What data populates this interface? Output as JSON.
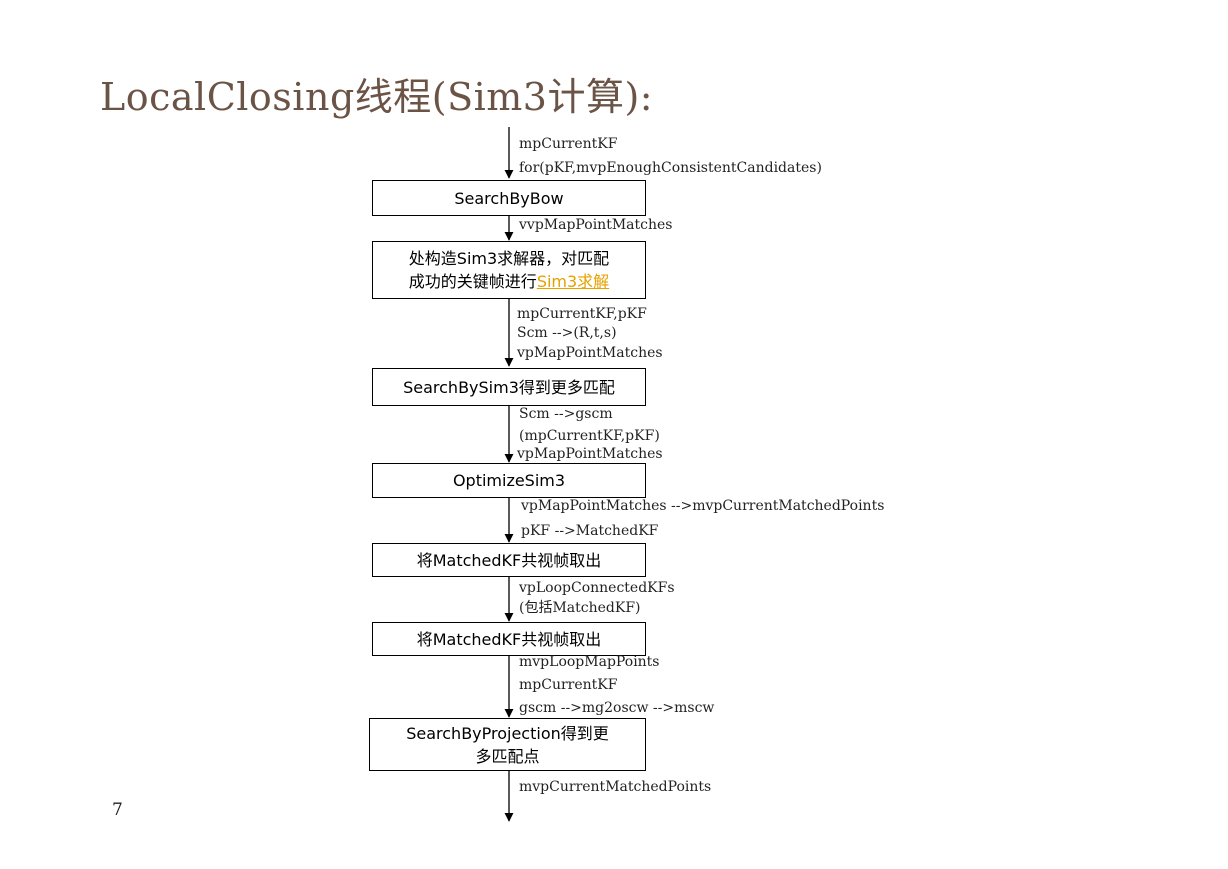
{
  "title": "LocalClosing线程(Sim3计算):",
  "page_number": "7",
  "boxes": {
    "search_by_bow": "SearchByBow",
    "sim3_solver_line1": "处构造Sim3求解器，对匹配",
    "sim3_solver_line2": "成功的关键帧进行",
    "sim3_solver_link": "Sim3求解",
    "search_by_sim3": "SearchBySim3得到更多匹配",
    "optimize_sim3": "OptimizeSim3",
    "covisible_1": "将MatchedKF共视帧取出",
    "covisible_2": "将MatchedKF共视帧取出",
    "search_by_projection_line1": "SearchByProjection得到更",
    "search_by_projection_line2": "多匹配点"
  },
  "labels": {
    "l1": "mpCurrentKF",
    "l2": "for(pKF,mvpEnoughConsistentCandidates)",
    "l3": "vvpMapPointMatches",
    "l4": "mpCurrentKF,pKF",
    "l5": "Scm -->(R,t,s)",
    "l6": "vpMapPointMatches",
    "l7": "Scm -->gscm",
    "l8": "(mpCurrentKF,pKF)",
    "l9": "vpMapPointMatches",
    "l10": "vpMapPointMatches -->mvpCurrentMatchedPoints",
    "l11": "pKF -->MatchedKF",
    "l12": "vpLoopConnectedKFs",
    "l13": "(包括MatchedKF)",
    "l14": "mvpLoopMapPoints",
    "l15": "mpCurrentKF",
    "l16": "gscm -->mg2oscw -->mscw",
    "l17": "mvpCurrentMatchedPoints"
  },
  "colors": {
    "title": "#6b5446",
    "link": "#e5a100"
  }
}
